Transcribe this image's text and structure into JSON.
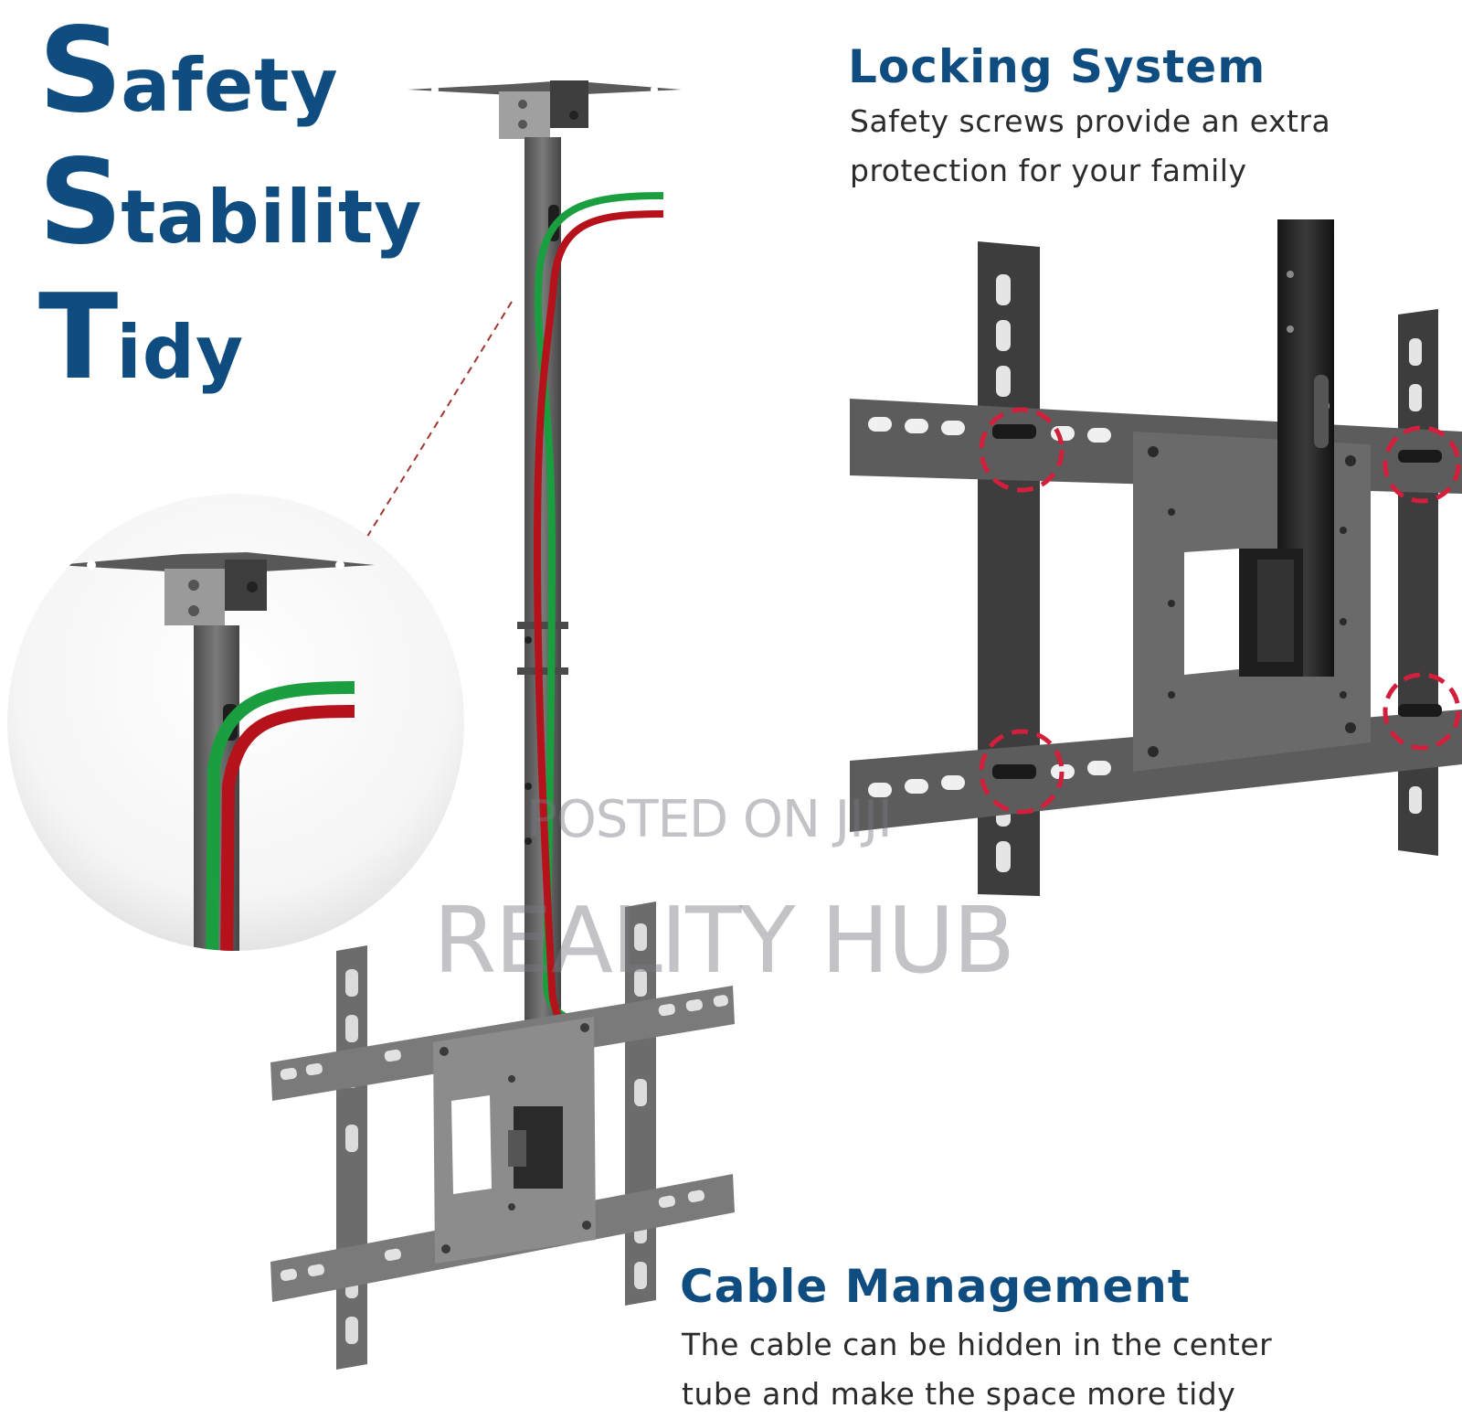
{
  "headline": {
    "line1": {
      "cap": "S",
      "rest": "afety"
    },
    "line2": {
      "cap": "S",
      "rest": "tability"
    },
    "line3": {
      "cap": "T",
      "rest": "idy"
    }
  },
  "locking_system": {
    "title": "Locking System",
    "description_line1": "Safety screws provide an extra",
    "description_line2": "protection for your family"
  },
  "cable_management": {
    "title": "Cable Management",
    "description_line1": "The cable can be hidden in the center",
    "description_line2": "tube and make the space more tidy"
  },
  "watermark": {
    "line1": "POSTED ON JIJI",
    "line2": "REALITY HUB"
  },
  "colors": {
    "heading_blue": "#0f4d80",
    "cable_green": "#1a9e3f",
    "cable_red": "#b5121b",
    "mount_grey": "#6a6a6a",
    "lock_circle_red": "#d21f3c"
  },
  "icons": {
    "main_product": "ceiling-tv-mount",
    "zoom_detail": "cable-routing-detail",
    "lock_detail": "locking-screw-detail"
  }
}
